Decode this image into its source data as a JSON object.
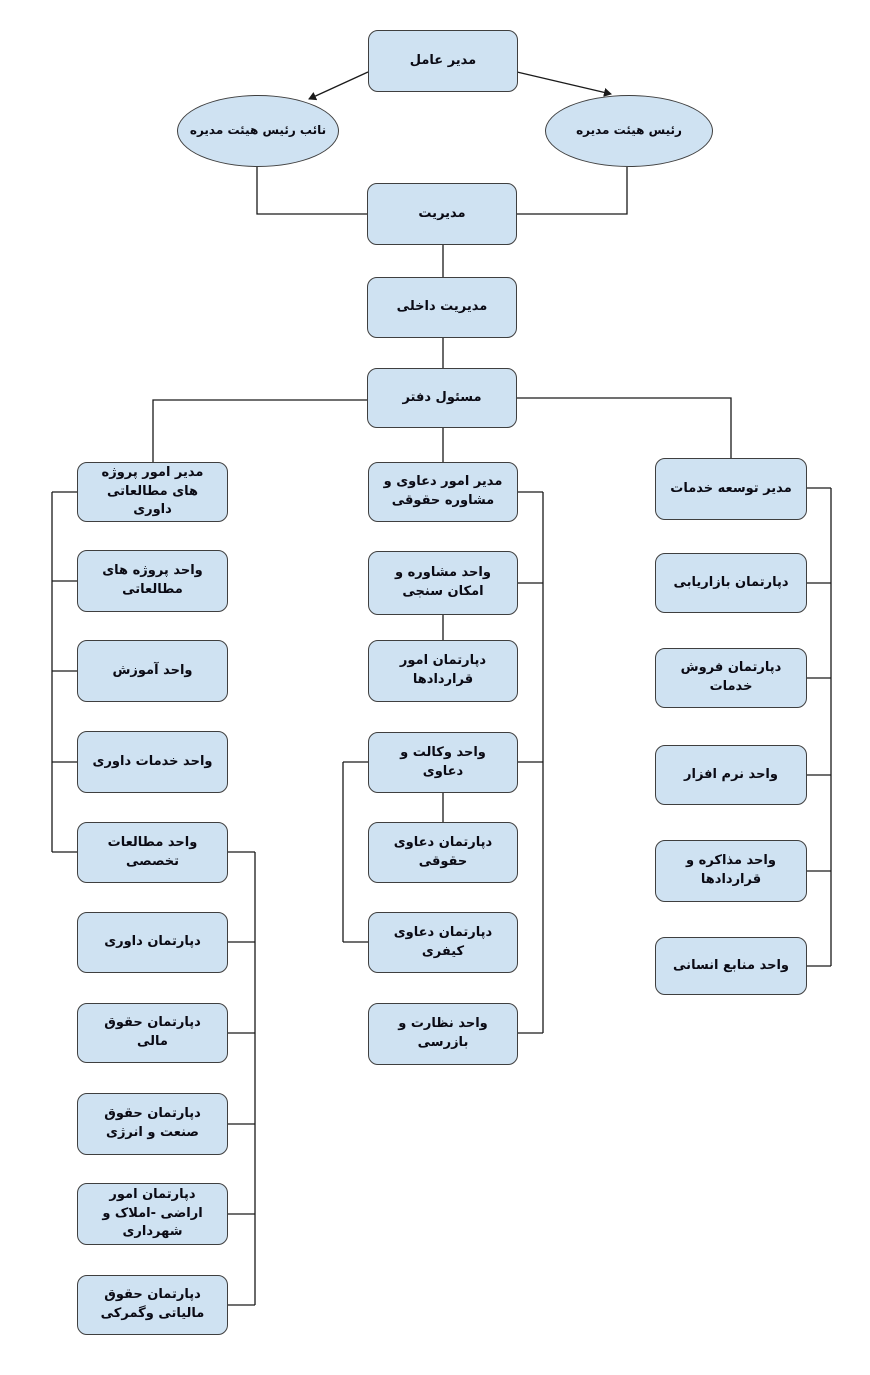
{
  "diagram": {
    "type": "org-chart",
    "direction": "rtl",
    "node_fill_color": "#cfe2f2",
    "node_border_color": "#3f3f3f",
    "connector_color": "#1a1a1a",
    "text_color": "#0a0a14"
  },
  "org": {
    "root": "مدیر عامل",
    "vice_chairman": "نائب رئیس هیئت مدیره",
    "chairman": "رئیس هیئت مدیره",
    "management": "مدیریت",
    "internal_management": "مدیریت داخلی",
    "office_manager": "مسئول دفتر",
    "left_branch": [
      "مدیر امور پروژه های مطالعاتی داوری",
      "واحد پروژه های مطالعاتی",
      "واحد آموزش",
      "واحد خدمات داوری",
      "واحد مطالعات تخصصی",
      "دپارتمان داوری",
      "دپارتمان حقوق مالی",
      "دپارتمان حقوق صنعت و انرژی",
      "دپارتمان امور اراضی -املاک و شهرداری",
      "دپارتمان حقوق مالیاتی وگمرکی"
    ],
    "middle_branch": [
      "مدیر امور دعاوی و مشاوره حقوقی",
      "واحد مشاوره و امکان سنجی",
      "دپارتمان امور قراردادها",
      "واحد وکالت و دعاوی",
      "دپارتمان دعاوی حقوقی",
      "دپارتمان دعاوی کیفری",
      "واحد نظارت و بازرسی"
    ],
    "right_branch": [
      "مدیر توسعه خدمات",
      "دپارتمان بازاریابی",
      "دپارتمان فروش خدمات",
      "واحد نرم افزار",
      "واحد مذاکره و قراردادها",
      "واحد منابع انسانی"
    ]
  }
}
